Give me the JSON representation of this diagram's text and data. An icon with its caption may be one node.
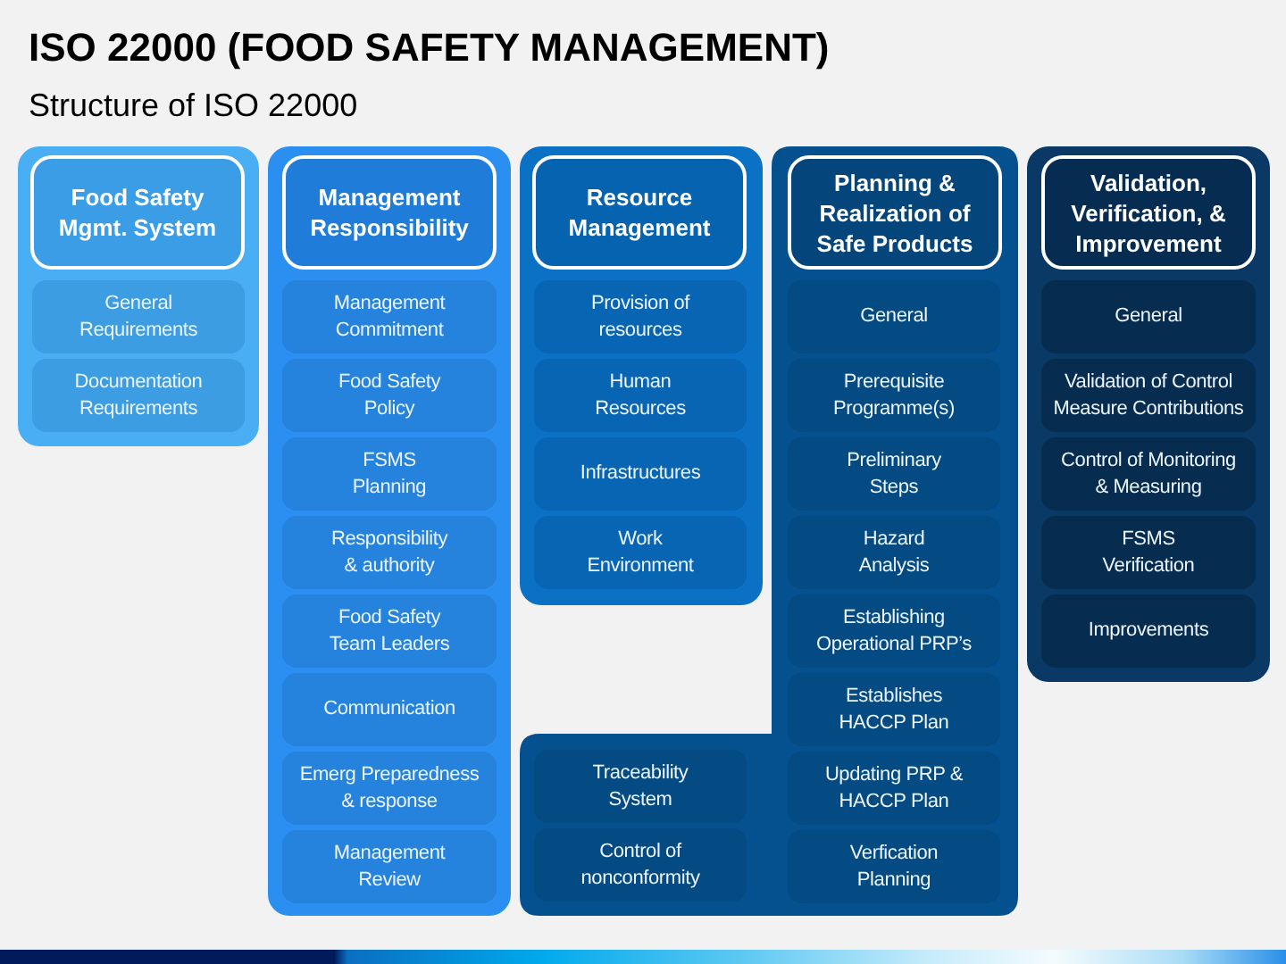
{
  "diagram": {
    "title": "ISO 22000 (FOOD SAFETY MANAGEMENT)",
    "nodes": [
      {
        "text": [],
        "shape": "box"
      },
      {
        "text": [
          "Food Safety Mgmt. System"
        ],
        "in": 0
      },
      {
        "text": [
          "General Requirements"
        ],
        "in": 0
      },
      {
        "text": [
          "Documentation Requirements"
        ],
        "in": 0
      },
      {
        "text": [],
        "shape": "box"
      },
      {
        "text": [
          "Management Responsibility"
        ],
        "in": 4
      },
      {
        "text": [
          "Management Commitment"
        ],
        "in": 4
      },
      {
        "text": [
          "Food Safety Policy"
        ],
        "in": 4
      },
      {
        "text": [
          "FSMS Planning"
        ],
        "in": 4
      },
      {
        "text": [
          "Responsibility & authority"
        ],
        "in": 4
      },
      {
        "text": [
          "Food Safety Team Leaders"
        ],
        "in": 4
      },
      {
        "text": [
          "Communication"
        ],
        "in": 4
      },
      {
        "text": [
          "Emerg Preparedness & response"
        ],
        "in": 4
      },
      {
        "text": [
          "Management Review"
        ],
        "in": 4
      },
      {
        "text": [],
        "shape": "box"
      },
      {
        "text": [
          "Resource Management"
        ],
        "in": 14
      },
      {
        "text": [
          "Provision of resources"
        ],
        "in": 14
      },
      {
        "text": [
          "Human Resources"
        ],
        "in": 14
      },
      {
        "text": [
          "Infrastructures"
        ],
        "in": 14
      },
      {
        "text": [
          "Work Environment"
        ],
        "in": 14
      },
      {
        "text": [],
        "shape": "box"
      },
      {
        "text": [
          "Planning & Realization of Safe Products"
        ],
        "in": 20
      },
      {
        "text": [
          "General"
        ],
        "in": 20
      },
      {
        "text": [
          "Prerequisite Programme(s)"
        ],
        "in": 20
      },
      {
        "text": [
          "Preliminary Steps"
        ],
        "in": 20
      },
      {
        "text": [
          "Hazard Analysis"
        ],
        "in": 20
      },
      {
        "text": [
          "Establishing Operational PRP’s"
        ],
        "in": 20
      },
      {
        "text": [
          "Establishes HACCP Plan"
        ],
        "in": 20
      },
      {
        "text": [
          "Updating PRP & HACCP Plan"
        ],
        "in": 20
      },
      {
        "text": [
          "Verfication Planning"
        ],
        "in": 20
      },
      {
        "text": [
          "Traceability System"
        ],
        "in": 20
      },
      {
        "text": [
          "Control of nonconformity"
        ],
        "in": 20
      },
      {
        "text": [],
        "shape": "box"
      },
      {
        "text": [
          "Validation, Verification, & Improvement"
        ],
        "in": 32
      },
      {
        "text": [
          "General"
        ],
        "in": 32
      },
      {
        "text": [
          "Validation of Control Measure Contributions"
        ],
        "in": 32
      },
      {
        "text": [
          "Control of Monitoring & Measuring"
        ],
        "in": 32
      },
      {
        "text": [
          "FSMS Verification"
        ],
        "in": 32
      },
      {
        "text": [
          "Improvements"
        ],
        "in": 32
      }
    ],
    "labels": [
      "Structure of ISO 22000"
    ]
  }
}
